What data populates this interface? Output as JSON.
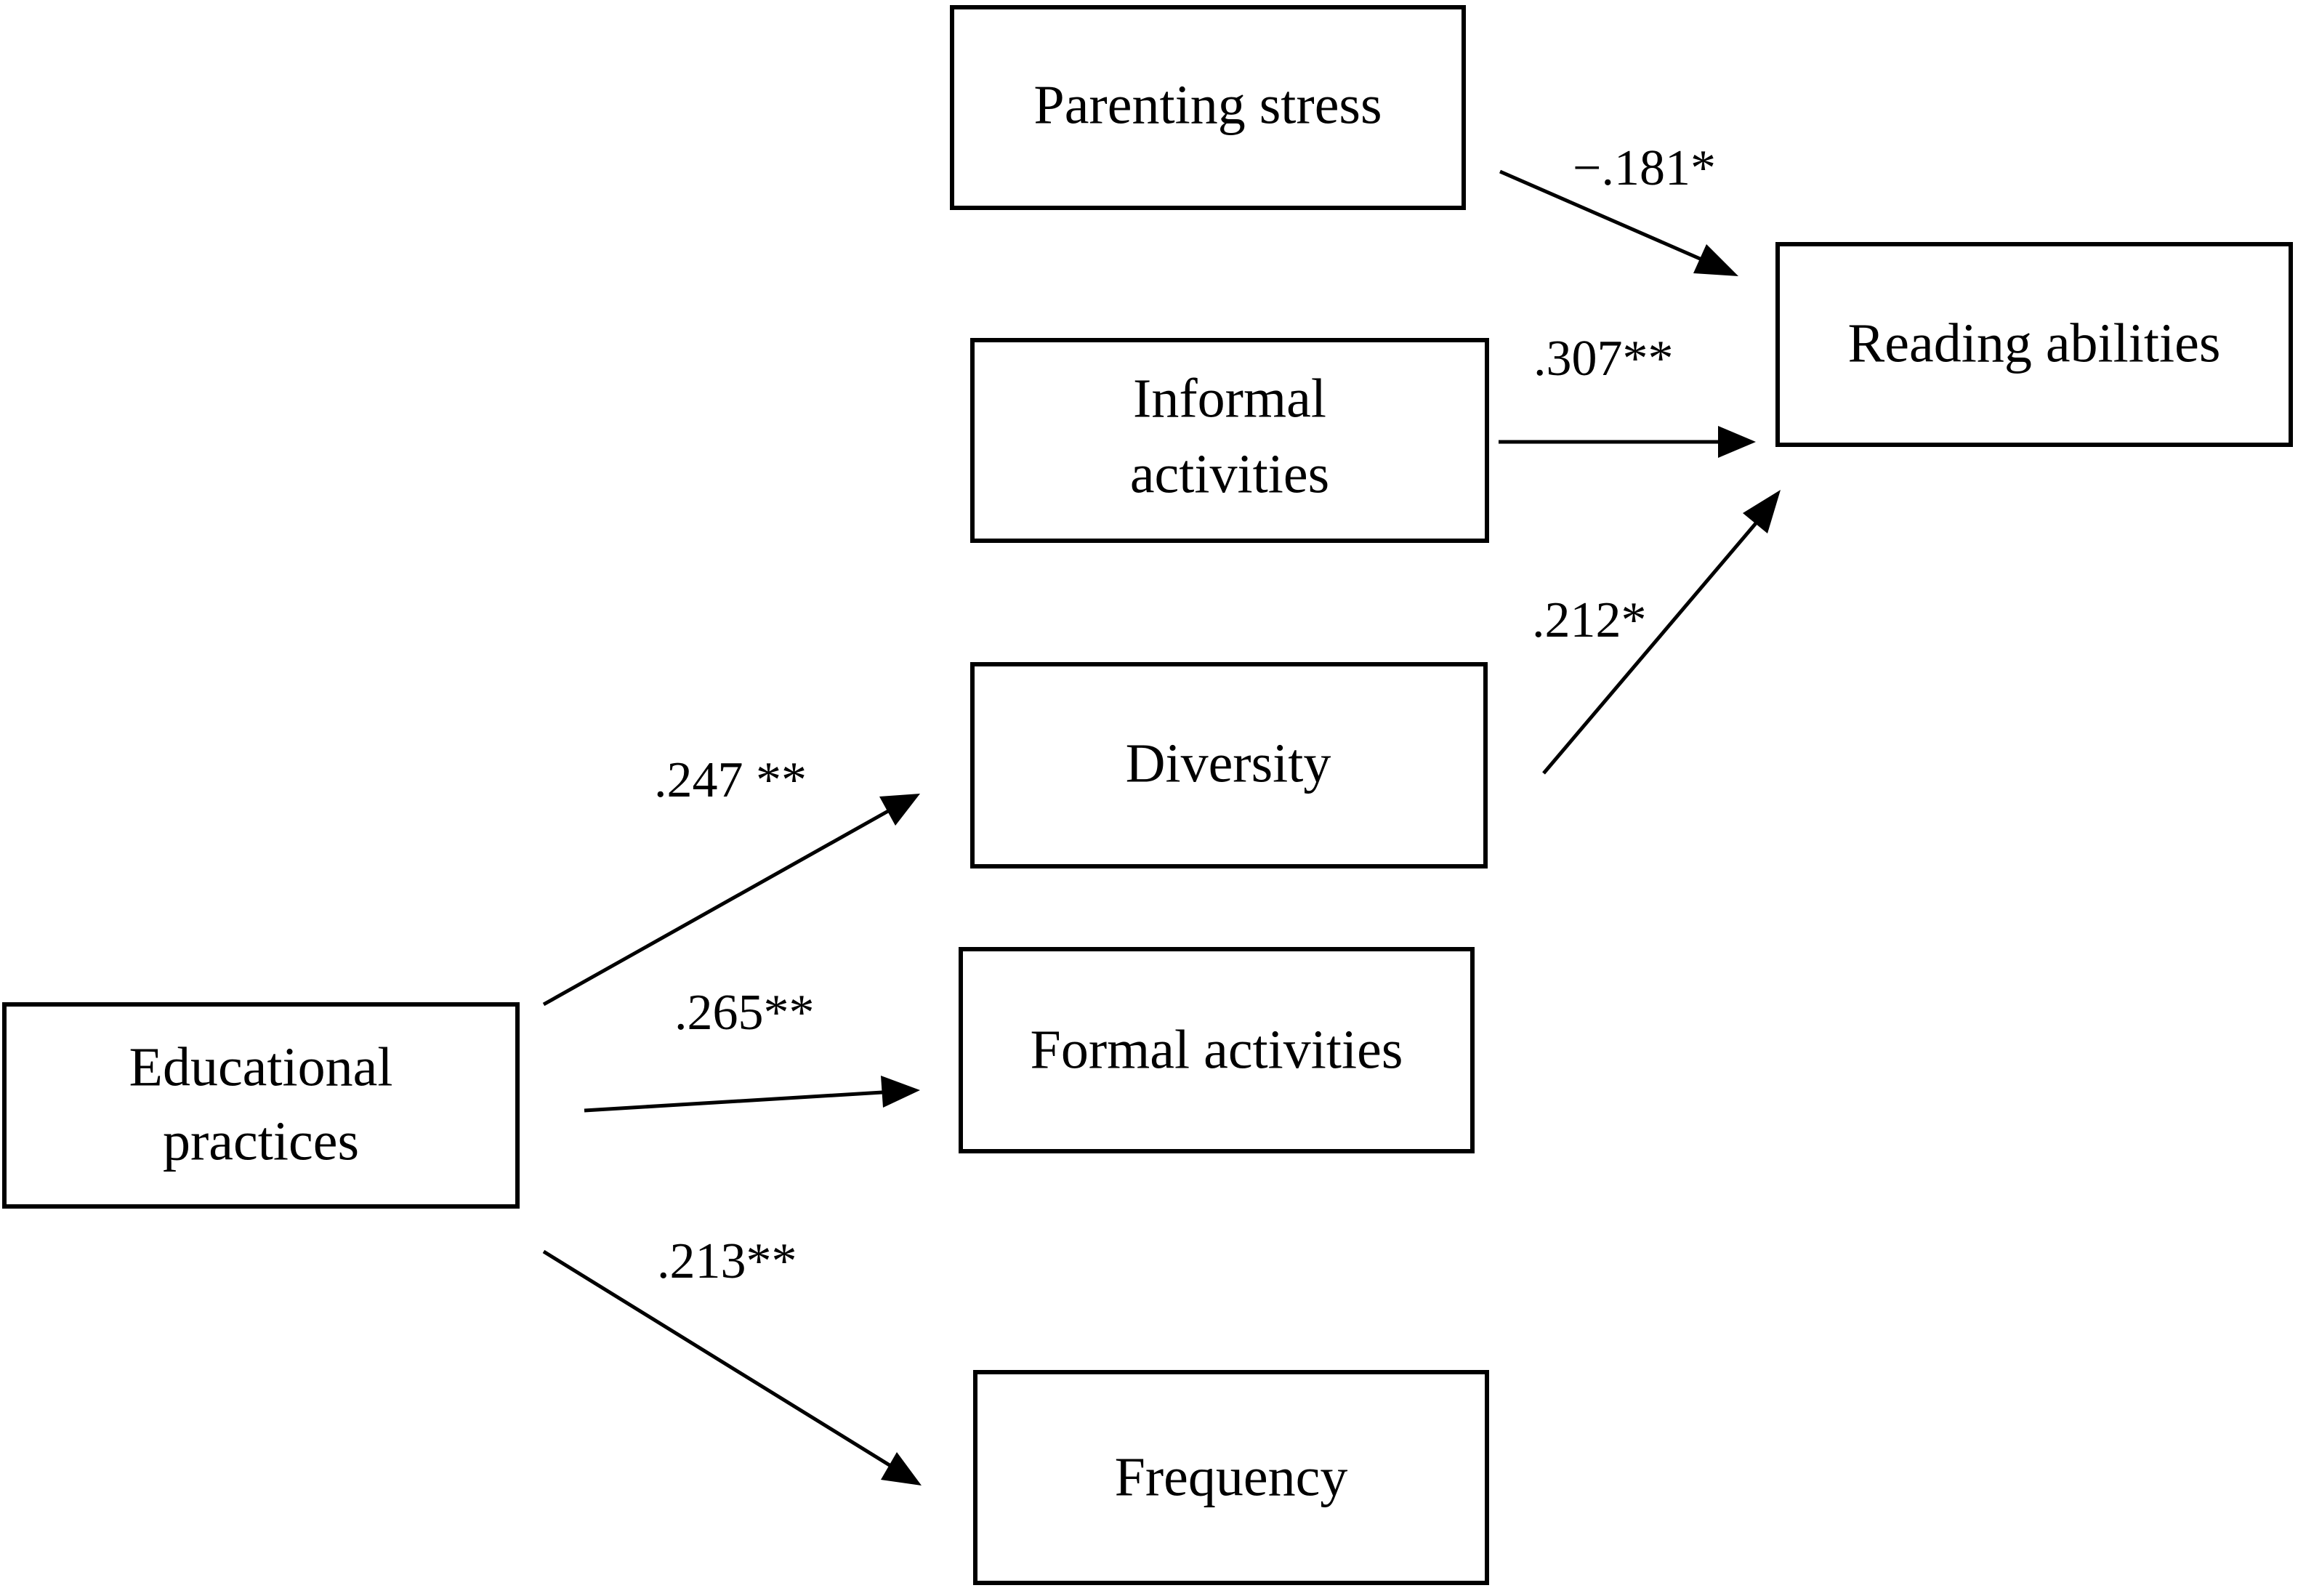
{
  "colors": {
    "background": "#ffffff",
    "stroke": "#000000",
    "text": "#000000"
  },
  "nodes": {
    "parenting_stress": {
      "label": "Parenting stress"
    },
    "informal_activities": {
      "line1": "Informal",
      "line2": "activities"
    },
    "diversity": {
      "label": "Diversity"
    },
    "formal_activities": {
      "label": "Formal activities"
    },
    "frequency": {
      "label": "Frequency"
    },
    "reading_abilities": {
      "label": "Reading abilities"
    },
    "educational_practices": {
      "line1": "Educational",
      "line2": "practices"
    }
  },
  "edges": {
    "parenting_stress_to_reading": {
      "coefficient": "−.181*"
    },
    "informal_to_reading": {
      "coefficient": ".307**"
    },
    "diversity_to_reading": {
      "coefficient": ".212*"
    },
    "educational_to_diversity": {
      "coefficient": ".247 **"
    },
    "educational_to_formal": {
      "coefficient": ".265**"
    },
    "educational_to_frequency": {
      "coefficient": ".213**"
    }
  }
}
